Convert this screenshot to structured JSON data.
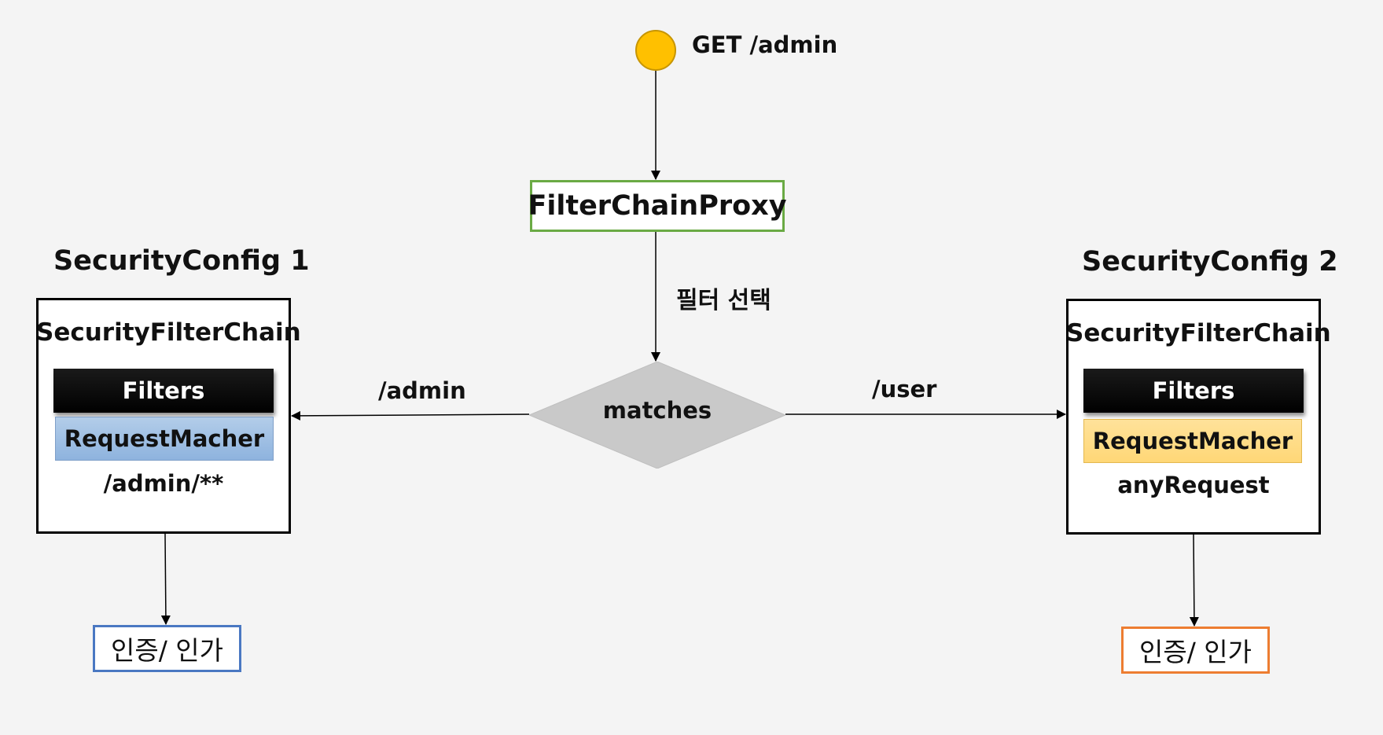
{
  "start": {
    "label": "GET /admin"
  },
  "proxy": {
    "label": "FilterChainProxy"
  },
  "select_label": "필터 선택",
  "decision": {
    "label": "matches"
  },
  "edges": {
    "left_label": "/admin",
    "right_label": "/user"
  },
  "config1": {
    "title": "SecurityConfig 1",
    "chain_title": "SecurityFilterChain",
    "filters_label": "Filters",
    "matcher_label": "RequestMacher",
    "pattern": "/admin/**",
    "auth_label": "인증/ 인가"
  },
  "config2": {
    "title": "SecurityConfig 2",
    "chain_title": "SecurityFilterChain",
    "filters_label": "Filters",
    "matcher_label": "RequestMacher",
    "pattern": "anyRequest",
    "auth_label": "인증/ 인가"
  },
  "colors": {
    "background": "#f4f4f4",
    "start_node": "#ffc000",
    "proxy_border": "#6aaa44",
    "decision_fill": "#c9c9c9",
    "matcher1_fill": "#9dbfe4",
    "matcher2_fill": "#ffd777",
    "auth1_border": "#4a78c2",
    "auth2_border": "#ed7d31"
  }
}
